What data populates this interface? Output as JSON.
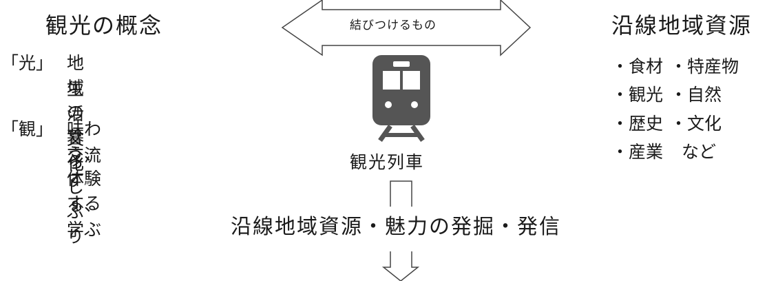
{
  "left": {
    "title": "観光の概念",
    "concepts": [
      {
        "bracket": "「光」",
        "lines": [
          "地域の暮らしぶり",
          "生活文化"
        ]
      },
      {
        "bracket": "「観」",
        "lines": [
          "味わう、体験する",
          "交流する、学ぶ"
        ]
      }
    ]
  },
  "center": {
    "arrow_label": "結びつけるもの",
    "train_caption": "観光列車",
    "icon": "train-icon"
  },
  "right": {
    "title": "沿線地域資源",
    "items": [
      "・食材",
      "・特産物",
      "・観光",
      "・自然",
      "・歴史",
      "・文化",
      "・産業",
      "など"
    ]
  },
  "bottom": {
    "text": "沿線地域資源・魅力の発掘・発信"
  },
  "colors": {
    "text": "#1a1a1a",
    "icon": "#555555",
    "outline": "#444444"
  }
}
